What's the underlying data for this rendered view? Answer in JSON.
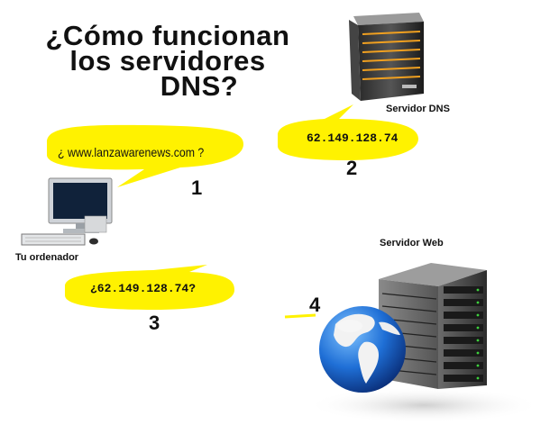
{
  "title": {
    "line1": "¿Cómo funcionan",
    "line2": "los servidores",
    "line3": "DNS?"
  },
  "nodes": {
    "dns_server": "Servidor DNS",
    "web_server": "Servidor Web",
    "computer": "Tu ordenador"
  },
  "bubbles": {
    "query": "¿ www.lanzawarenews.com ?",
    "dns_reply": "62.149.128.74",
    "ip_query": "¿62.149.128.74?"
  },
  "steps": [
    "1",
    "2",
    "3",
    "4"
  ],
  "colors": {
    "bubble": "#fff200",
    "globe": "#1f6fd6",
    "server": "#3a3a3a"
  }
}
